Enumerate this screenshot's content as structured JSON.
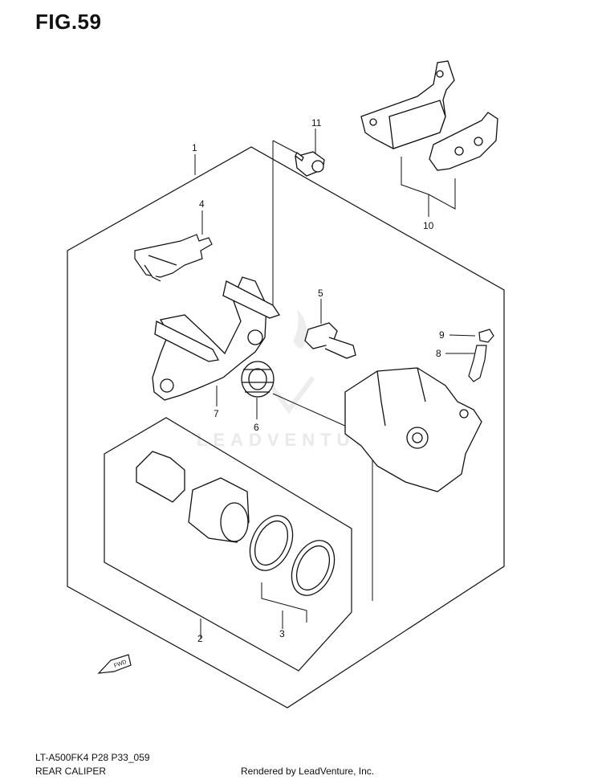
{
  "figure": {
    "title": "FIG.59",
    "code": "LT-A500FK4 P28 P33_059",
    "name": "REAR CALIPER",
    "credit": "Rendered by LeadVenture, Inc.",
    "watermark": "LEADVENTURE"
  },
  "callouts": [
    {
      "id": "1",
      "text": "1"
    },
    {
      "id": "2",
      "text": "2"
    },
    {
      "id": "3",
      "text": "3"
    },
    {
      "id": "4",
      "text": "4"
    },
    {
      "id": "5",
      "text": "5"
    },
    {
      "id": "6",
      "text": "6"
    },
    {
      "id": "7",
      "text": "7"
    },
    {
      "id": "8",
      "text": "8"
    },
    {
      "id": "9",
      "text": "9"
    },
    {
      "id": "10",
      "text": "10"
    },
    {
      "id": "11",
      "text": "11"
    }
  ],
  "fwd_arrow_label": "FWD",
  "colors": {
    "line": "#111111",
    "watermark": "#e7e7e7",
    "background": "#ffffff"
  }
}
